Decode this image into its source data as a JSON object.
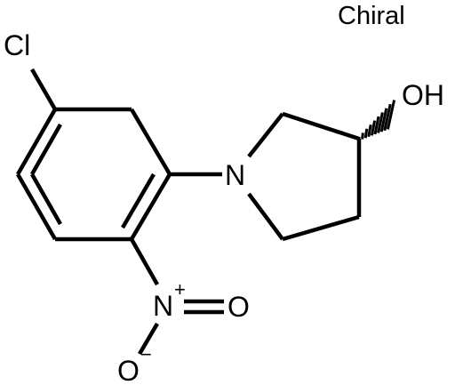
{
  "molecule": {
    "chirality_label": "Chiral",
    "atoms": {
      "chlorine": "Cl",
      "nitrogen_pyrrolidine": "N",
      "hydroxyl": "OH",
      "nitro_nitrogen": "N",
      "nitro_nitrogen_charge": "+",
      "nitro_oxygen_double": "O",
      "nitro_oxygen_single": "O",
      "nitro_oxygen_charge": "−"
    }
  }
}
